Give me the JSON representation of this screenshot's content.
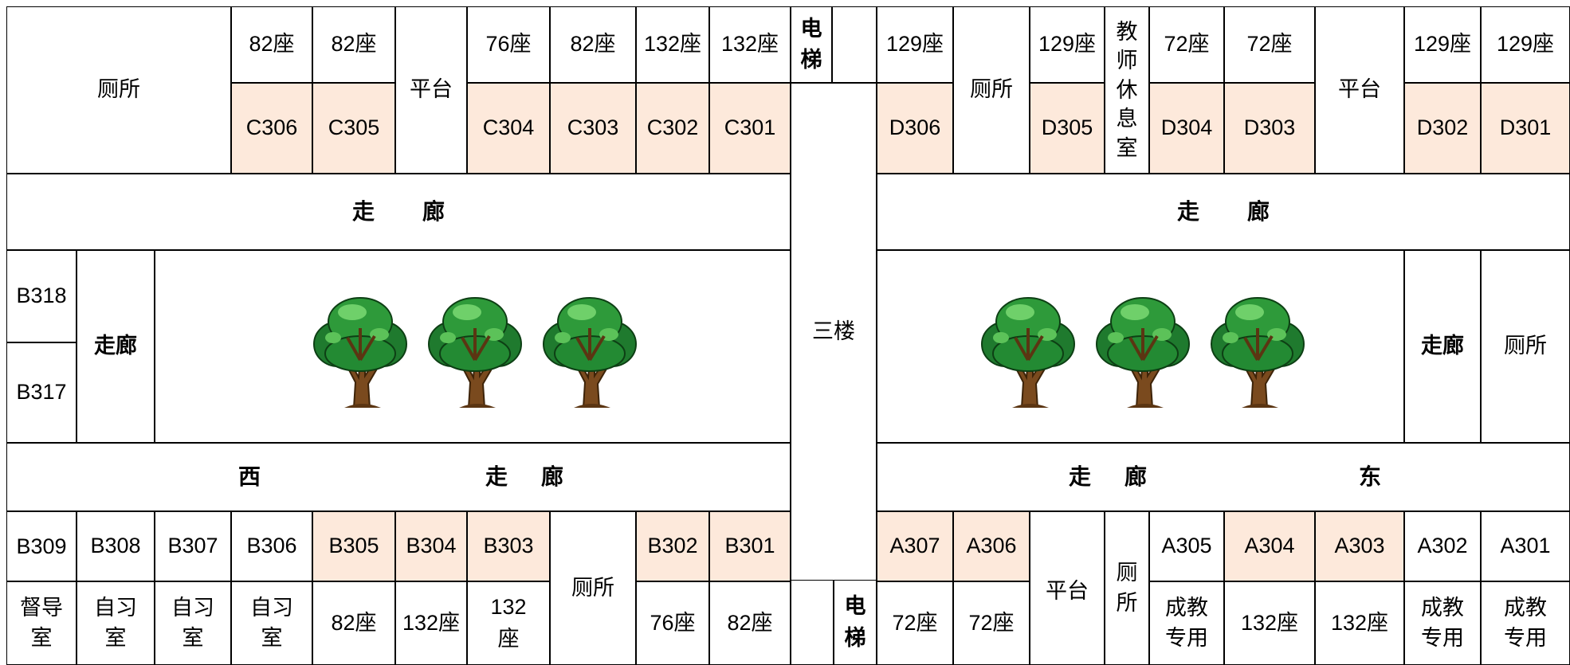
{
  "top": {
    "left_toilet": "厕所",
    "c306_seats": "82座",
    "c305_seats": "82座",
    "platform_c": "平台",
    "c304_seats": "76座",
    "c303_seats": "82座",
    "c302_seats": "132座",
    "c301_seats": "132座",
    "elevator_top": "电梯",
    "c306": "C306",
    "c305": "C305",
    "c304": "C304",
    "c303": "C303",
    "c302": "C302",
    "c301": "C301",
    "d306_seats": "129座",
    "d_toilet": "厕所",
    "d305_seats": "129座",
    "teacher_lounge": "教师休息室",
    "d304_seats": "72座",
    "d303_seats": "72座",
    "platform_d": "平台",
    "d302_seats": "129座",
    "d301_seats": "129座",
    "d306": "D306",
    "d305": "D305",
    "d304": "D304",
    "d303": "D303",
    "d302": "D302",
    "d301": "D301"
  },
  "corridor": {
    "west_upper": [
      "走",
      "廊"
    ],
    "east_upper": [
      "走",
      "廊"
    ],
    "west_lower": [
      "西",
      "走",
      "廊"
    ],
    "east_lower": [
      "走",
      "廊",
      "东"
    ],
    "left_side": "走廊",
    "right_side": "走廊"
  },
  "middle": {
    "b318": "B318",
    "b317": "B317",
    "floor_label": "三楼",
    "right_toilet": "厕所",
    "tree_icon": "tree-icon"
  },
  "bottom": {
    "b309": "B309",
    "b308": "B308",
    "b307": "B307",
    "b306": "B306",
    "b305": "B305",
    "b304": "B304",
    "b303": "B303",
    "b_toilet": "厕所",
    "b302": "B302",
    "b301": "B301",
    "a307": "A307",
    "a306": "A306",
    "a_platform": "平台",
    "a_toilet": "厕所",
    "a305": "A305",
    "a304": "A304",
    "a303": "A303",
    "a302": "A302",
    "a301": "A301",
    "b309_use": "督导室",
    "b308_use": "自习室",
    "b307_use": "自习室",
    "b306_use": "自习室",
    "b305_seats": "82座",
    "b304_seats": "132座",
    "b303_seats": "132座",
    "b302_seats": "76座",
    "b301_seats": "82座",
    "elevator_bottom": "电梯",
    "a307_seats": "72座",
    "a306_seats": "72座",
    "a305_use": "成教专用",
    "a304_seats": "132座",
    "a303_seats": "132座",
    "a302_use": "成教专用",
    "a301_use": "成教专用"
  },
  "colors": {
    "highlight": "#fde9db",
    "border": "#000000"
  }
}
